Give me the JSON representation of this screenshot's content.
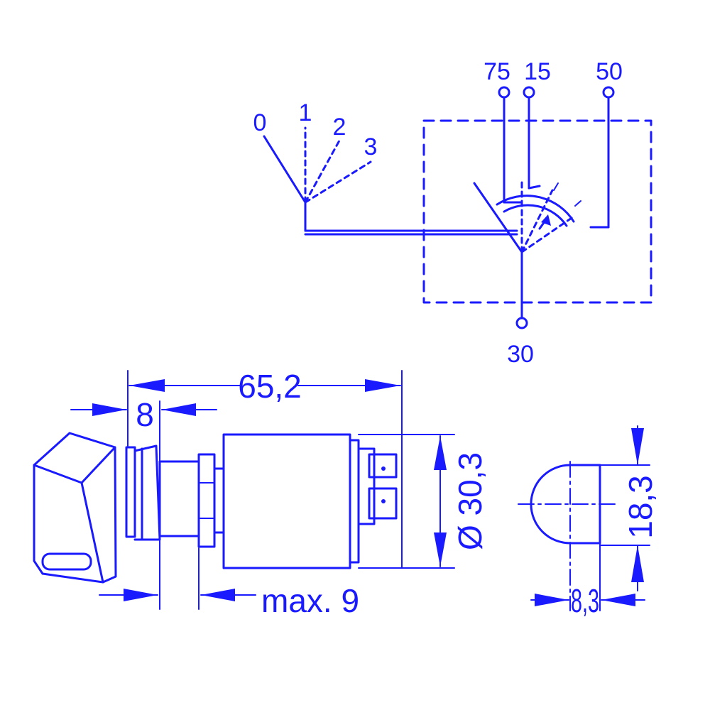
{
  "colors": {
    "ink": "#1a1aff",
    "background": "#ffffff"
  },
  "schematic": {
    "positions": [
      "0",
      "1",
      "2",
      "3"
    ],
    "terminals": [
      "75",
      "15",
      "50",
      "30"
    ]
  },
  "dimensions": {
    "overall_length": "65,2",
    "knob_offset": "8",
    "max_panel": "max. 9",
    "diameter": "Ø 30,3",
    "cutout_height": "18,3",
    "cutout_width": "8,3"
  }
}
